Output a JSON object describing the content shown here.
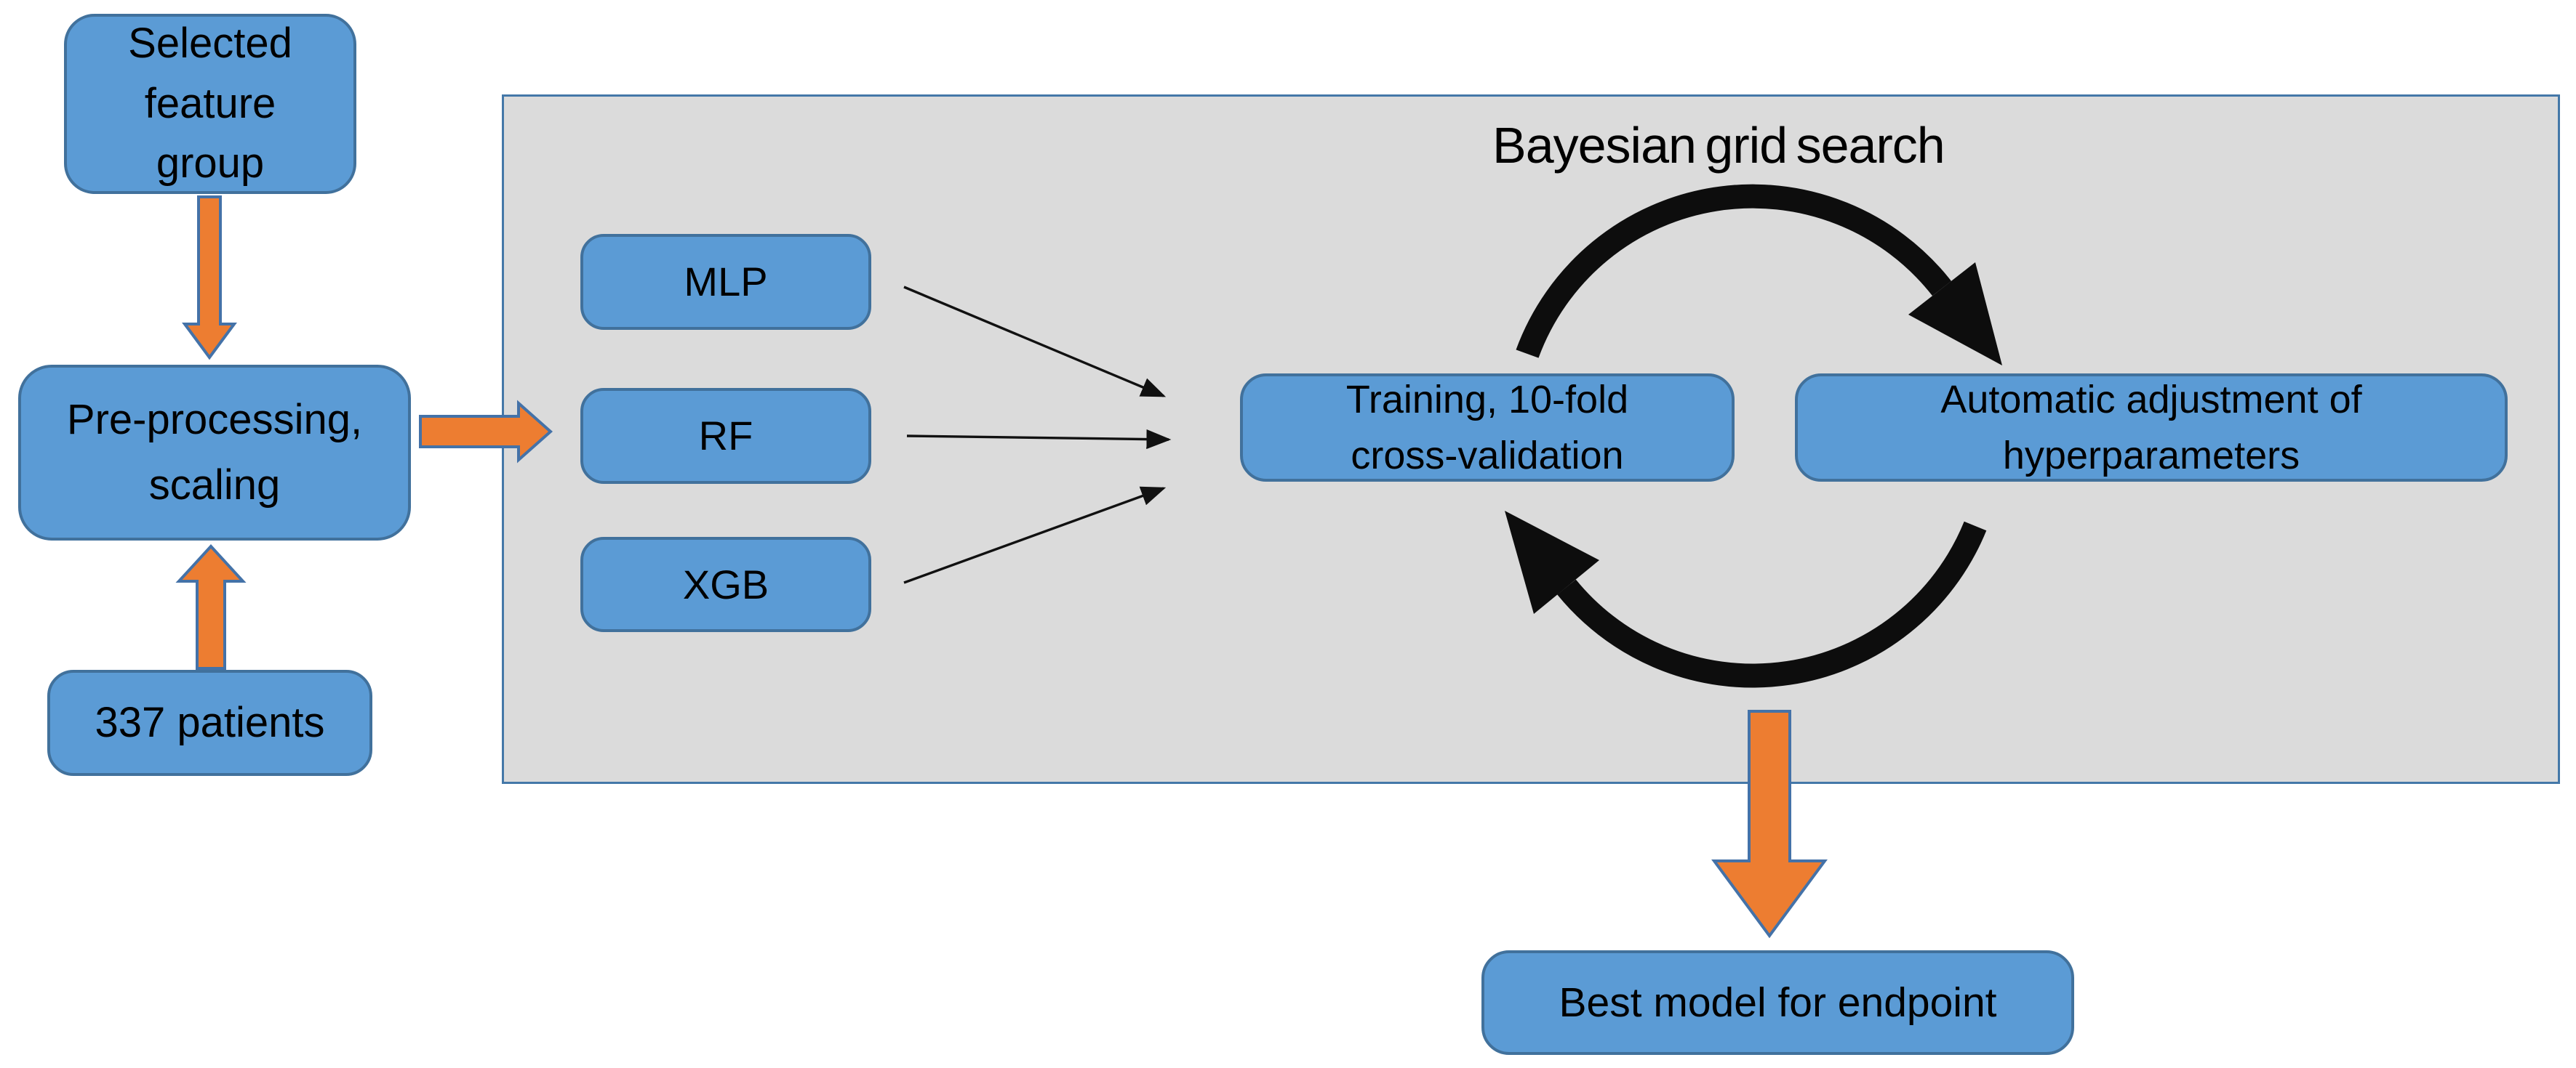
{
  "diagram": {
    "panel_title": "Bayesian grid search",
    "nodes": {
      "selected_feature_group": {
        "label": "Selected\nfeature\ngroup"
      },
      "preprocessing": {
        "label": "Pre-processing,\nscaling"
      },
      "patients": {
        "label": "337 patients"
      },
      "mlp": {
        "label": "MLP"
      },
      "rf": {
        "label": "RF"
      },
      "xgb": {
        "label": "XGB"
      },
      "training": {
        "label": "Training, 10-fold\ncross-validation"
      },
      "auto_adjust": {
        "label": "Automatic adjustment of\nhyperparameters"
      },
      "best_model": {
        "label": "Best model for endpoint"
      }
    },
    "edges": [
      {
        "from": "selected_feature_group",
        "to": "preprocessing",
        "style": "orange-block-arrow",
        "direction": "down"
      },
      {
        "from": "patients",
        "to": "preprocessing",
        "style": "orange-block-arrow",
        "direction": "up"
      },
      {
        "from": "preprocessing",
        "to": "model-group",
        "style": "orange-block-arrow",
        "direction": "right"
      },
      {
        "from": "mlp",
        "to": "training",
        "style": "thin-black-arrow"
      },
      {
        "from": "rf",
        "to": "training",
        "style": "thin-black-arrow"
      },
      {
        "from": "xgb",
        "to": "training",
        "style": "thin-black-arrow"
      },
      {
        "from": "training",
        "to": "auto_adjust",
        "style": "curved-black-arrow",
        "position": "top"
      },
      {
        "from": "auto_adjust",
        "to": "training",
        "style": "curved-black-arrow",
        "position": "bottom"
      },
      {
        "from": "bayesian-loop",
        "to": "best_model",
        "style": "orange-block-arrow",
        "direction": "down"
      }
    ],
    "colors": {
      "node_fill": "#5b9bd5",
      "node_border": "#41719c",
      "panel_fill": "#dbdbdb",
      "panel_border": "#4478a8",
      "orange_arrow_fill": "#ed7d31",
      "orange_arrow_outline": "#4472a8",
      "black_arrow": "#111111",
      "text": "#000000",
      "background": "#ffffff"
    }
  }
}
